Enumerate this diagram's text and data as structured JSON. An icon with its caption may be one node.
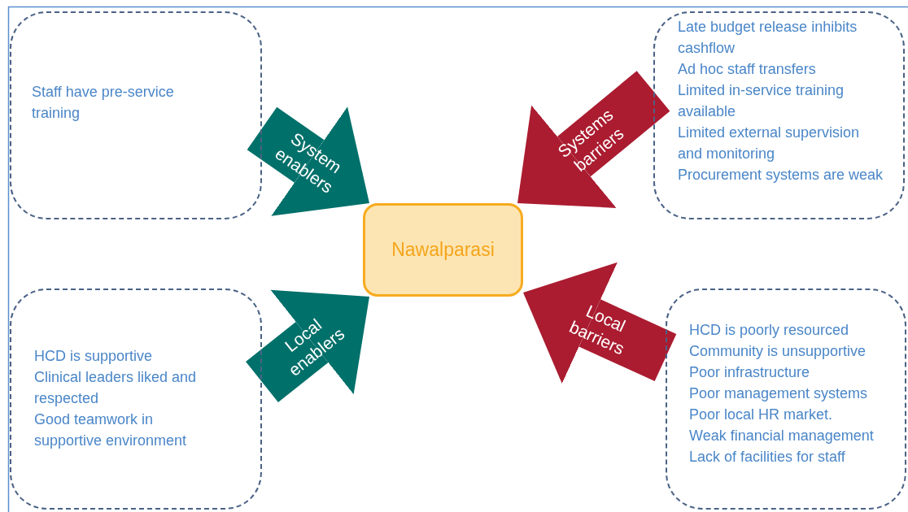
{
  "diagram": {
    "nodes": [
      {
        "text": [
          "Staff have pre-service training"
        ]
      },
      {
        "text": [
          "Late budget release inhibits cashflow",
          "Ad hoc staff transfers",
          "Limited in-service training available",
          "Limited external supervision and monitoring",
          "Procurement systems are weak"
        ]
      },
      {
        "text": [
          "Nawalparasi"
        ]
      },
      {
        "text": [
          "HCD is supportive",
          "Clinical leaders liked and respected",
          "Good teamwork in supportive environment"
        ]
      },
      {
        "text": [
          "HCD is poorly resourced",
          "Community is unsupportive",
          "Poor infrastructure",
          "Poor management systems",
          "Poor local HR market.",
          "Weak financial management",
          "Lack of facilities for staff"
        ]
      }
    ],
    "edges": [
      {
        "from": 0,
        "to": 2,
        "arrow": "to",
        "label": "System enablers",
        "color": "#00706a"
      },
      {
        "from": 1,
        "to": 2,
        "arrow": "to",
        "label": "Systems barriers",
        "color": "#ab1c30"
      },
      {
        "from": 3,
        "to": 2,
        "arrow": "to",
        "label": "Local enablers",
        "color": "#00706a"
      },
      {
        "from": 4,
        "to": 2,
        "arrow": "to",
        "label": "Local barriers",
        "color": "#ab1c30"
      }
    ]
  }
}
